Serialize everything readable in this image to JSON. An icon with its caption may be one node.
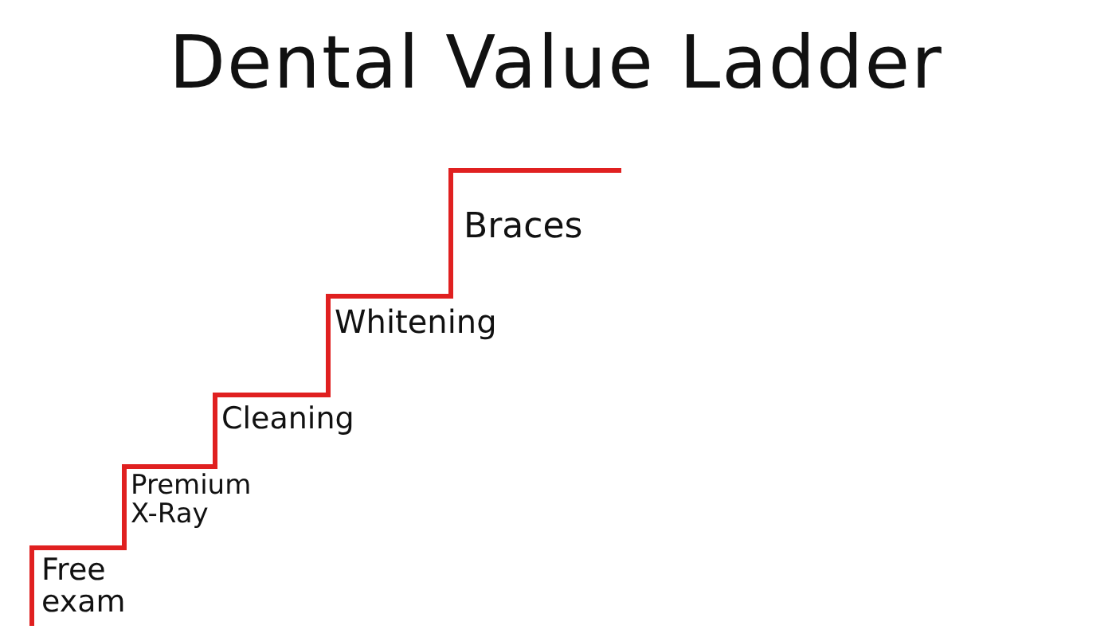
{
  "diagram": {
    "title": "Dental Value Ladder",
    "labels": [
      "Free exam",
      "Premium X-Ray",
      "Cleaning",
      "Whitening",
      "Braces"
    ]
  }
}
